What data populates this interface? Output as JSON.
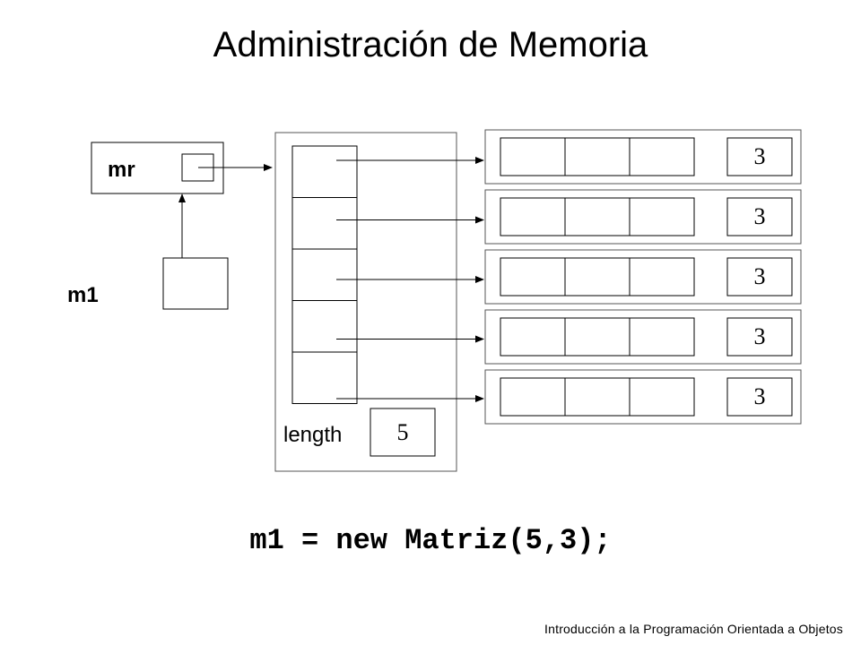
{
  "title": "Administración de Memoria",
  "labels": {
    "mr": "mr",
    "m1": "m1",
    "length": "length",
    "length_value": "5"
  },
  "rows": [
    {
      "count": "3"
    },
    {
      "count": "3"
    },
    {
      "count": "3"
    },
    {
      "count": "3"
    },
    {
      "count": "3"
    }
  ],
  "code": "m1 = new Matriz(5,3);",
  "footer": "Introducción a la Programación Orientada a Objetos"
}
